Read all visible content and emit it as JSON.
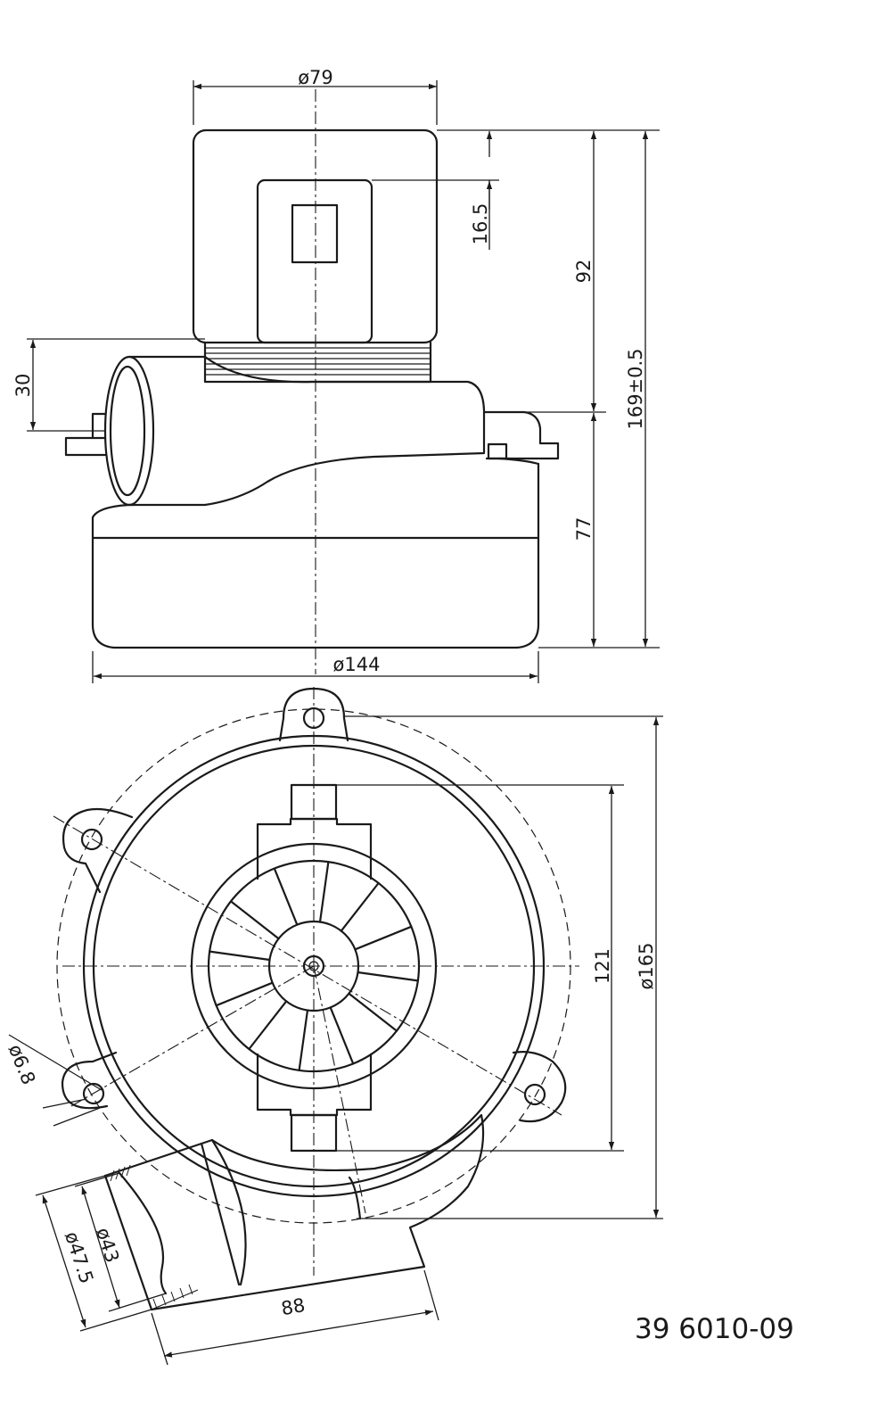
{
  "drawing": {
    "part_number": "39 6010-09",
    "side_view": {
      "top_diameter": "ø79",
      "cap_height": "16.5",
      "upper_height": "92",
      "total_height": "169±0.5",
      "inlet_offset": "30",
      "lower_height": "77",
      "base_diameter": "ø144"
    },
    "top_view": {
      "hole_diameter": "ø6.8",
      "inner_dimension": "121",
      "outer_diameter": "ø165",
      "outlet_inner_diameter": "ø43",
      "outlet_outer_diameter": "ø47.5",
      "outlet_length": "88"
    }
  }
}
